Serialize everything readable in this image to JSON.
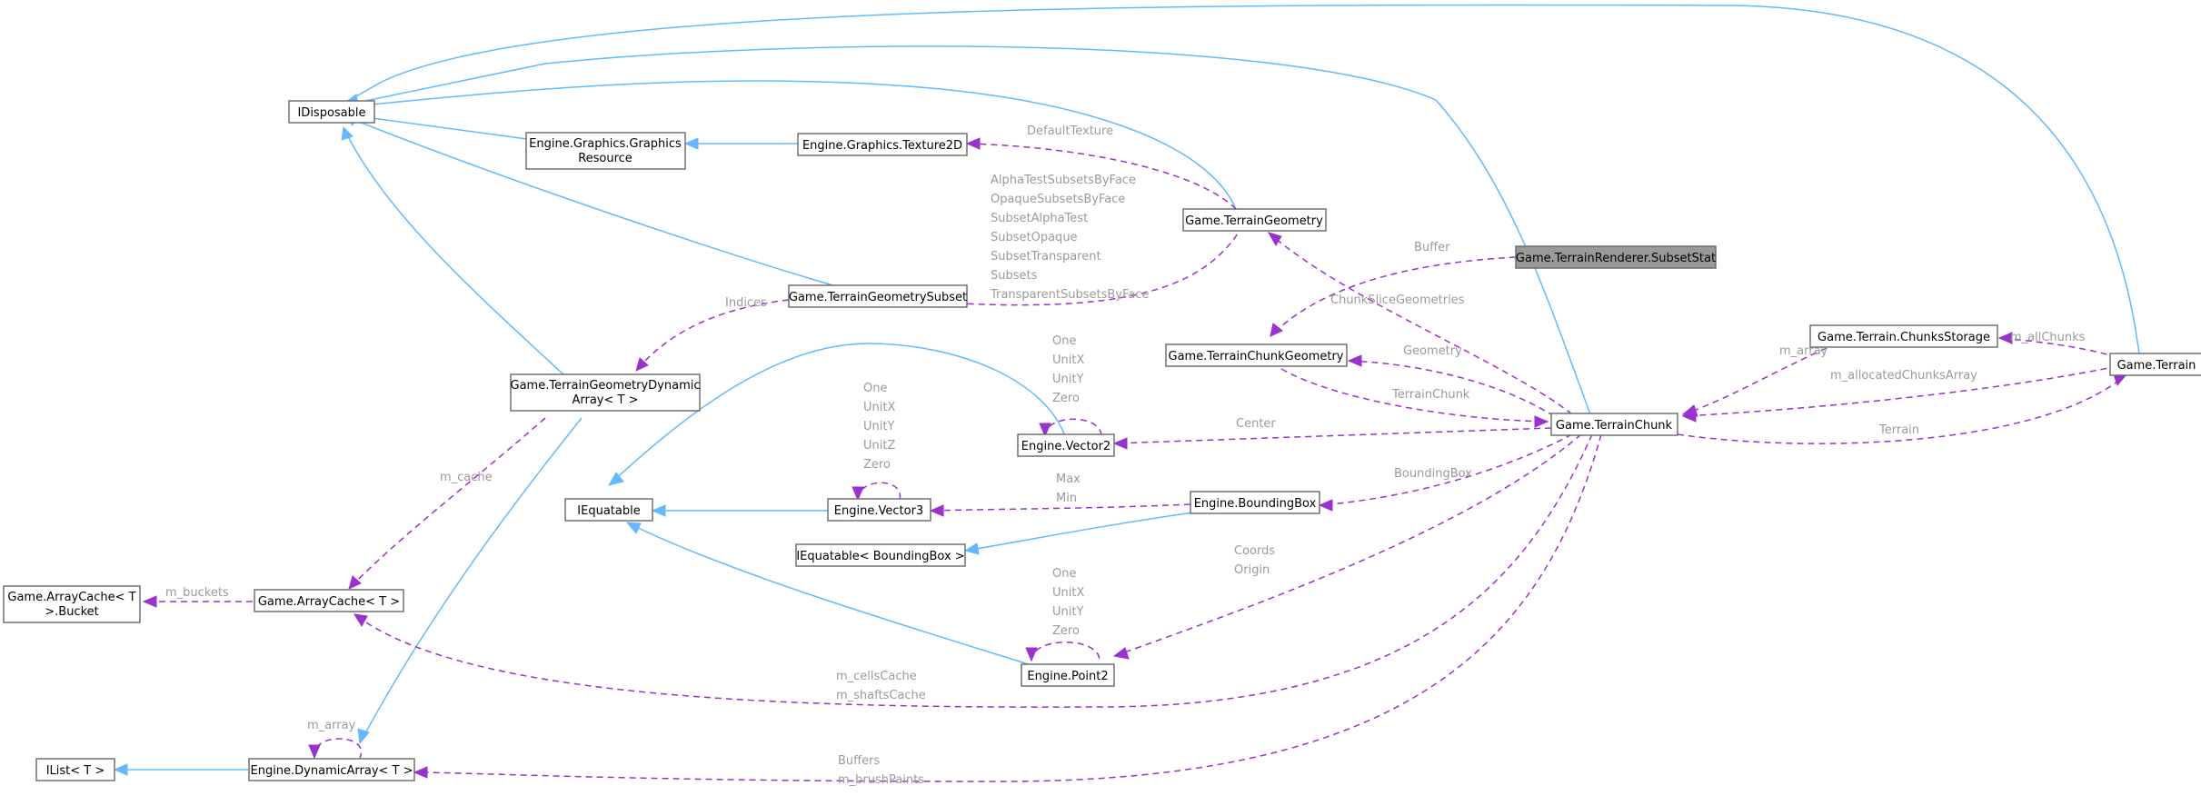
{
  "nodes": {
    "idisposable": "IDisposable",
    "graphics_resource": [
      "Engine.Graphics.Graphics",
      "Resource"
    ],
    "texture2d": "Engine.Graphics.Texture2D",
    "terrain_geometry": "Game.TerrainGeometry",
    "subset_stat": "Game.TerrainRenderer.SubsetStat",
    "terrain_geometry_subset": "Game.TerrainGeometrySubset",
    "geometry_dynamic_array": [
      "Game.TerrainGeometryDynamic",
      "Array< T >"
    ],
    "chunk_geometry": "Game.TerrainChunkGeometry",
    "chunks_storage": "Game.Terrain.ChunksStorage",
    "terrain": "Game.Terrain",
    "terrain_chunk": "Game.TerrainChunk",
    "vector2": "Engine.Vector2",
    "iequatable": "IEquatable",
    "vector3": "Engine.Vector3",
    "bounding_box": "Engine.BoundingBox",
    "iequatable_bbox": "IEquatable< BoundingBox >",
    "array_cache_bucket": [
      "Game.ArrayCache< T",
      ">.Bucket"
    ],
    "array_cache": "Game.ArrayCache< T >",
    "point2": "Engine.Point2",
    "ilist": "IList< T >",
    "dynamic_array": "Engine.DynamicArray< T >"
  },
  "edge_labels": {
    "default_texture": "DefaultTexture",
    "subsets_by_face": [
      "AlphaTestSubsetsByFace",
      "OpaqueSubsetsByFace",
      "SubsetAlphaTest",
      "SubsetOpaque",
      "SubsetTransparent",
      "Subsets",
      "TransparentSubsetsByFace"
    ],
    "indices": "Indices",
    "buffer": "Buffer",
    "chunk_slice_geometries": "ChunkSliceGeometries",
    "geometry": "Geometry",
    "terrain_chunk": "TerrainChunk",
    "vector2_self": [
      "One",
      "UnitX",
      "UnitY",
      "Zero"
    ],
    "center": "Center",
    "vector3_self": [
      "One",
      "UnitX",
      "UnitY",
      "UnitZ",
      "Zero"
    ],
    "max_min": [
      "Max",
      "Min"
    ],
    "bounding_box": "BoundingBox",
    "m_cache": "m_cache",
    "m_buckets": "m_buckets",
    "coords_origin": [
      "Coords",
      "Origin"
    ],
    "point2_self": [
      "One",
      "UnitX",
      "UnitY",
      "Zero"
    ],
    "cells_shafts": [
      "m_cellsCache",
      "m_shaftsCache"
    ],
    "m_array_self": "m_array",
    "buffers_paints": [
      "Buffers",
      "m_brushPaints"
    ],
    "m_array_storage": "m_array",
    "m_all_chunks": "m_allChunks",
    "m_allocated": "m_allocatedChunksArray",
    "terrain": "Terrain"
  }
}
